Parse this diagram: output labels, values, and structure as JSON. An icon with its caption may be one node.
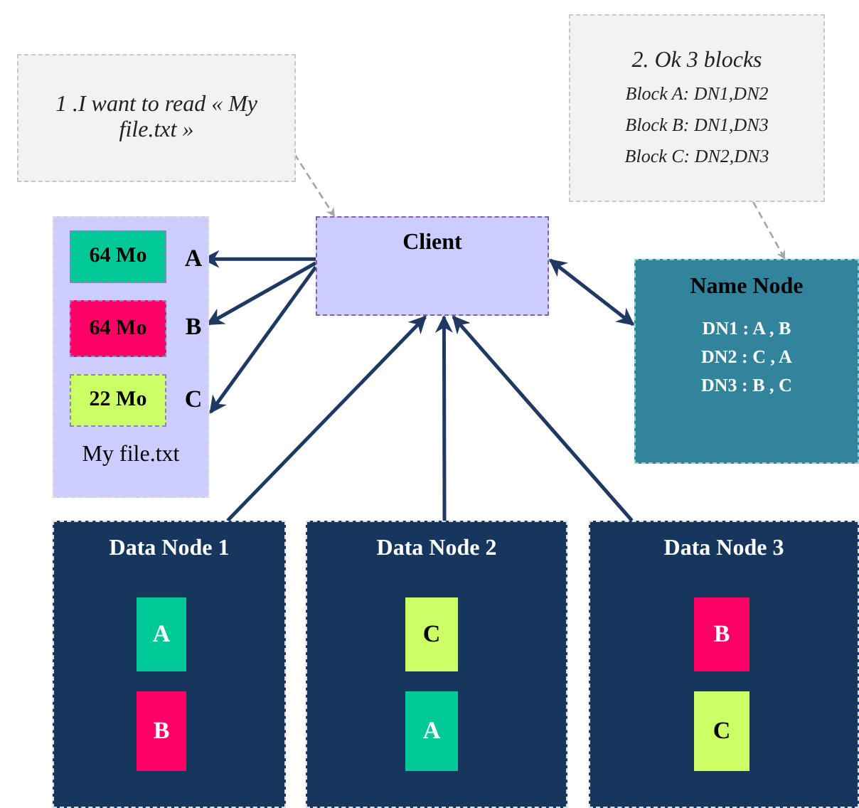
{
  "diagram": {
    "nodes": [
      {
        "text": [
          "1 .I want to read « My file.txt »"
        ]
      },
      {
        "text": [
          "2. Ok 3 blocks",
          "Block A: DN1,DN2",
          "Block B: DN1,DN3",
          "Block C: DN2,DN3"
        ]
      },
      {
        "text": [
          "My file.txt"
        ]
      },
      {
        "text": [
          "64 Mo"
        ],
        "in": 2
      },
      {
        "text": [
          "64 Mo"
        ],
        "in": 2
      },
      {
        "text": [
          "22 Mo"
        ],
        "in": 2
      },
      {
        "text": [
          "A"
        ],
        "in": 2
      },
      {
        "text": [
          "B"
        ],
        "in": 2
      },
      {
        "text": [
          "C"
        ],
        "in": 2
      },
      {
        "text": [
          "Client"
        ]
      },
      {
        "text": [
          "Name Node",
          "DN1 : A , B",
          "DN2 : C , A",
          "DN3 : B , C"
        ]
      },
      {
        "text": [
          "Data Node 1"
        ]
      },
      {
        "text": [
          "A"
        ],
        "in": 11
      },
      {
        "text": [
          "B"
        ],
        "in": 11
      },
      {
        "text": [
          "Data Node 2"
        ]
      },
      {
        "text": [
          "C"
        ],
        "in": 14
      },
      {
        "text": [
          "A"
        ],
        "in": 14
      },
      {
        "text": [
          "Data Node 3"
        ]
      },
      {
        "text": [
          "B"
        ],
        "in": 17
      },
      {
        "text": [
          "C"
        ],
        "in": 17
      }
    ],
    "edges": [
      {
        "from": 0,
        "to": 9,
        "arrow": "to",
        "style": "dashed",
        "color": "#a6a6a6"
      },
      {
        "from": 1,
        "to": 10,
        "arrow": "to",
        "style": "dashed",
        "color": "#a6a6a6"
      },
      {
        "from": 9,
        "to": 6,
        "arrow": "to"
      },
      {
        "from": 9,
        "to": 7,
        "arrow": "to"
      },
      {
        "from": 9,
        "to": 8,
        "arrow": "to"
      },
      {
        "from": 9,
        "to": 10,
        "arrow": "both"
      },
      {
        "from": 11,
        "to": 9,
        "arrow": "to"
      },
      {
        "from": 14,
        "to": 9,
        "arrow": "to"
      },
      {
        "from": 17,
        "to": 9,
        "arrow": "to"
      }
    ]
  }
}
